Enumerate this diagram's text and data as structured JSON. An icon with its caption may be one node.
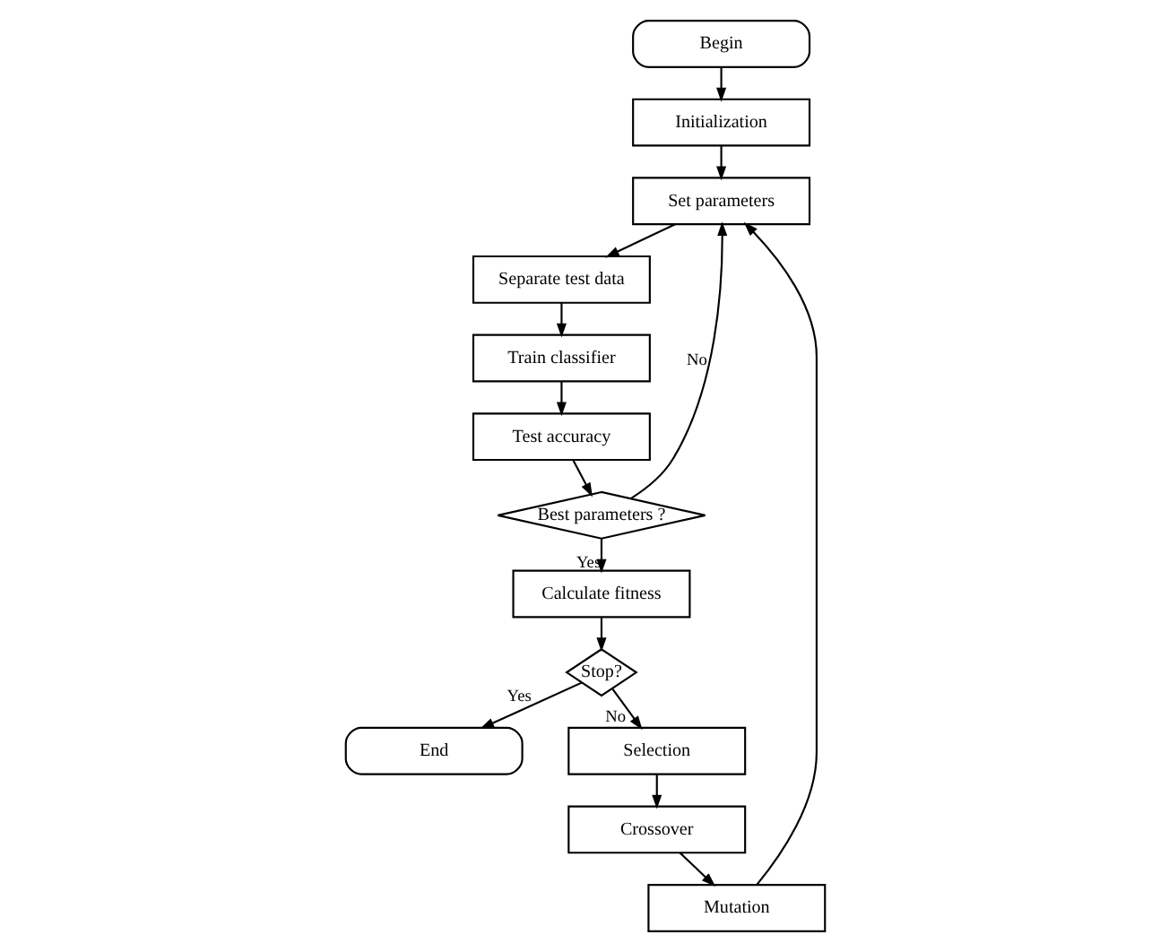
{
  "diagram": {
    "nodes": [
      {
        "text": [
          "Begin"
        ]
      },
      {
        "text": [
          "Initialization"
        ]
      },
      {
        "text": [
          "Set parameters"
        ]
      },
      {
        "text": [
          "Separate test data"
        ]
      },
      {
        "text": [
          "Train classifier"
        ]
      },
      {
        "text": [
          "Test accuracy"
        ]
      },
      {
        "text": [
          "Best parameters ?"
        ]
      },
      {
        "text": [
          "Calculate fitness"
        ]
      },
      {
        "text": [
          "Stop?"
        ]
      },
      {
        "text": [
          "End"
        ]
      },
      {
        "text": [
          "Selection"
        ]
      },
      {
        "text": [
          "Crossover"
        ]
      },
      {
        "text": [
          "Mutation"
        ]
      }
    ],
    "edges": [
      {
        "from": 0,
        "to": 1,
        "arrow": "to"
      },
      {
        "from": 1,
        "to": 2,
        "arrow": "to"
      },
      {
        "from": 12,
        "to": 2,
        "arrow": "to"
      },
      {
        "from": 2,
        "to": 3,
        "arrow": "to"
      },
      {
        "from": 3,
        "to": 4,
        "arrow": "to"
      },
      {
        "from": 4,
        "to": 5,
        "arrow": "to"
      },
      {
        "from": 5,
        "to": 6,
        "arrow": "to"
      },
      {
        "from": 6,
        "to": 2,
        "label": "No",
        "arrow": "to"
      },
      {
        "from": 6,
        "to": 7,
        "label": "Yes",
        "arrow": "to"
      },
      {
        "from": 7,
        "to": 8,
        "arrow": "to"
      },
      {
        "from": 8,
        "to": 9,
        "label": "Yes",
        "arrow": "to"
      },
      {
        "from": 8,
        "to": 10,
        "label": "No",
        "arrow": "to"
      },
      {
        "from": 10,
        "to": 11,
        "arrow": "to"
      },
      {
        "from": 11,
        "to": 12,
        "arrow": "to"
      }
    ]
  }
}
